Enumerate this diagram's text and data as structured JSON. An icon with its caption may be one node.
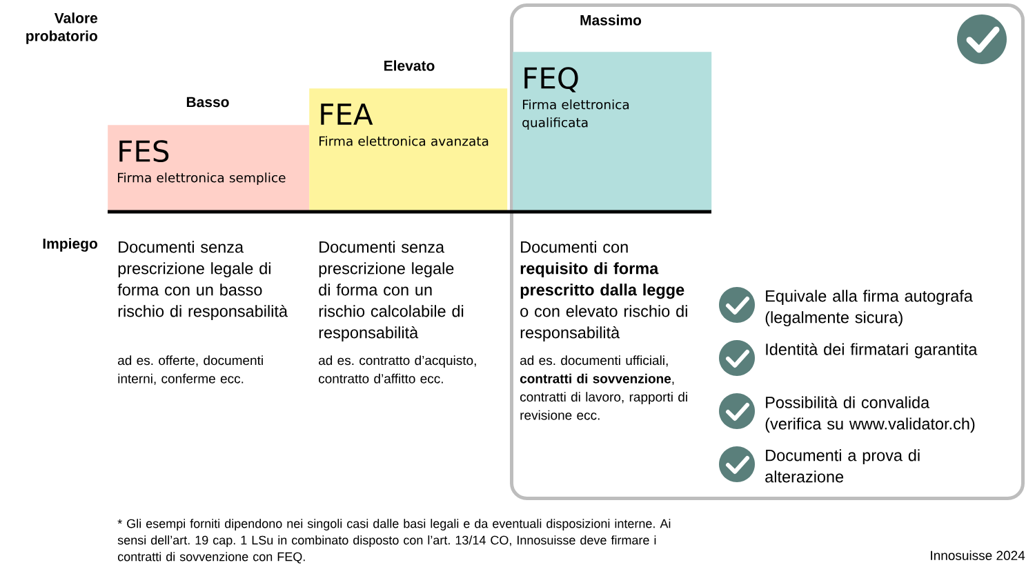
{
  "diagram": {
    "nodes": [
      {
        "text": [],
        "shape": "box"
      },
      {
        "text": [
          "Basso",
          "FES",
          "Firma elettronica semplice"
        ]
      },
      {
        "text": [
          "Elevato",
          "FEA",
          "Firma elettronica avanzata"
        ]
      },
      {
        "text": [
          "Massimo",
          "FEQ",
          "Firma elettronica qualificata"
        ],
        "in": 0
      }
    ],
    "labels": [
      "Valore probatorio",
      "Impiego",
      "Documenti senza prescrizione legale di forma con un basso rischio di responsabilità",
      "Documenti senza prescrizione legale di forma con un rischio calcolabile di responsabilità",
      "Documenti con **requisito di forma prescritto dalla legge** o con elevato rischio di responsabilità",
      "ad es. offerte, documenti interni, conferme ecc.",
      "ad es. contratto d’acquisto, contratto d’affitto ecc.",
      "ad es. documenti ufficiali, **contratti di sovvenzione**, contratti di lavoro, rapporti di revisione ecc.",
      "Equivale alla firma autografa (legalmente sicura)",
      "Identità dei firmatari garantita",
      "Possibilità di convalida (verifica su www.validator.ch)",
      "Documenti a prova di alterazione",
      "* Gli esempi forniti dipendono nei singoli casi dalle basi legali e da eventuali disposizioni interne. Ai sensi dell’art. 19 cap. 1 LSu in combinato disposto con l’art. 13/14 CO, Innosuisse deve firmare i contratti di sovvenzione con FEQ.",
      "Innosuisse 2024"
    ]
  }
}
